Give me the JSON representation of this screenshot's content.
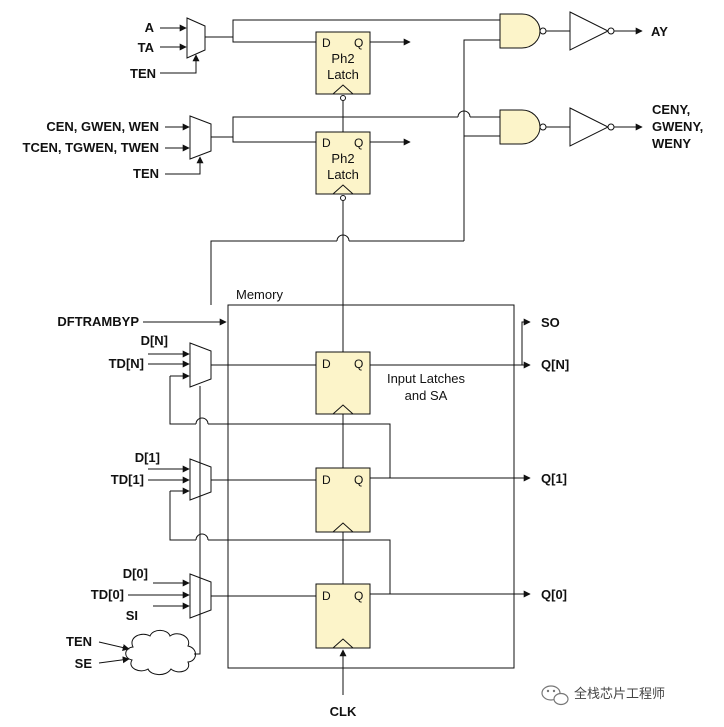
{
  "signals": {
    "a": "A",
    "ta": "TA",
    "ten_top": "TEN",
    "ay": "AY",
    "cen_group": "CEN, GWEN, WEN",
    "tcen_group": "TCEN, TGWEN, TWEN",
    "ten_mid": "TEN",
    "ceny": "CENY,",
    "gweny": "GWENY,",
    "weny": "WENY",
    "dftrambyp": "DFTRAMBYP",
    "d_n": "D[N]",
    "td_n": "TD[N]",
    "d_1": "D[1]",
    "td_1": "TD[1]",
    "d_0": "D[0]",
    "td_0": "TD[0]",
    "si": "SI",
    "ten_bot": "TEN",
    "se": "SE",
    "so": "SO",
    "q_n": "Q[N]",
    "q_1": "Q[1]",
    "q_0": "Q[0]",
    "clk": "CLK"
  },
  "blocks": {
    "memory": "Memory",
    "latch_line1": "Ph2",
    "latch_line2": "Latch",
    "pin_d": "D",
    "pin_q": "Q",
    "input_latches_1": "Input Latches",
    "input_latches_2": "and SA"
  },
  "watermark": "全栈芯片工程师",
  "colors": {
    "cell_fill": "#fcf4c9",
    "line": "#111111"
  },
  "icons": {
    "watermark_logo": "wechat-icon"
  }
}
